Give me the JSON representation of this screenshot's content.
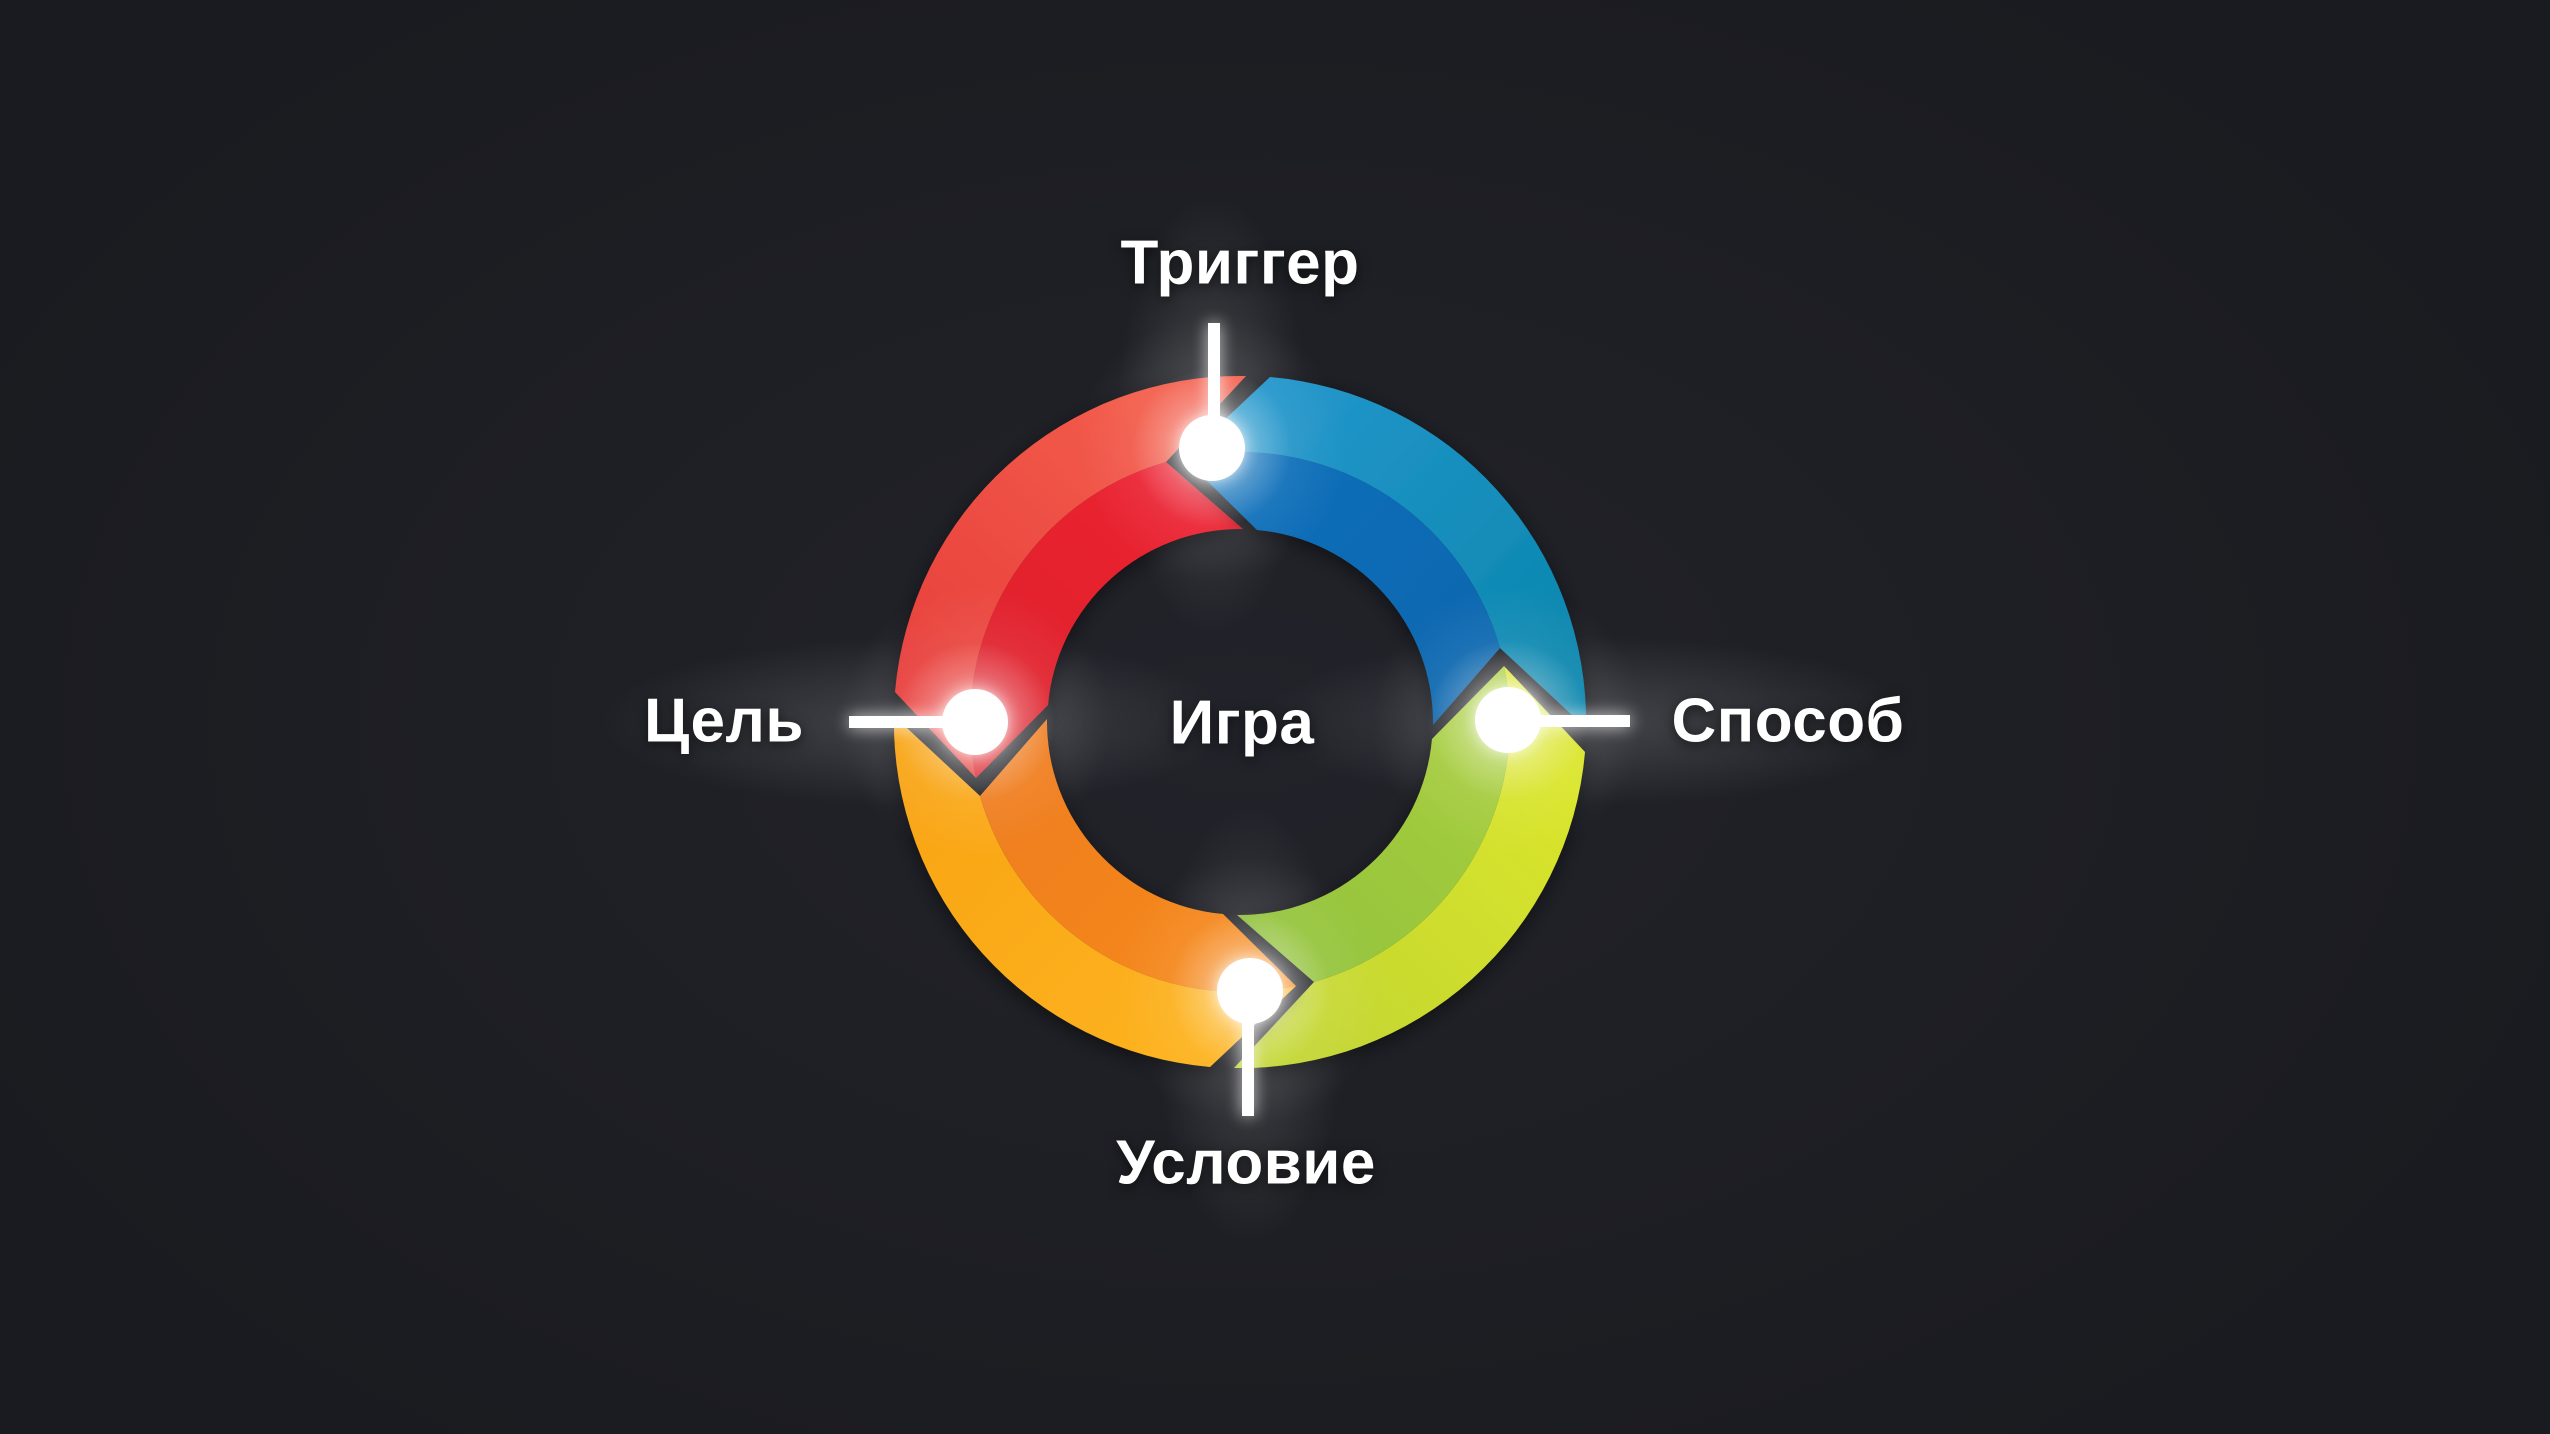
{
  "diagram": {
    "center_label": "Игра",
    "flow": "counterclockwise",
    "nodes": [
      {
        "id": "trigger",
        "label": "Триггер",
        "position": "top"
      },
      {
        "id": "method",
        "label": "Способ",
        "position": "right"
      },
      {
        "id": "condition",
        "label": "Условие",
        "position": "bottom"
      },
      {
        "id": "goal",
        "label": "Цель",
        "position": "left"
      }
    ],
    "segments": [
      {
        "name": "red",
        "quadrant": "top-left",
        "outer_from": "#f35d4b",
        "outer_to": "#e8403c",
        "inner_from": "#ee2431",
        "inner_to": "#dd202c"
      },
      {
        "name": "blue",
        "quadrant": "top-right",
        "outer_from": "#0a87ae",
        "outer_to": "#2496cc",
        "inner_from": "#0a65ad",
        "inner_to": "#1170bb"
      },
      {
        "name": "green",
        "quadrant": "bottom-right",
        "outer_from": "#c3d631",
        "outer_to": "#dae52b",
        "inner_from": "#90c23e",
        "inner_to": "#a9ce3e"
      },
      {
        "name": "orange",
        "quadrant": "bottom-left",
        "outer_from": "#f9a518",
        "outer_to": "#fdb21b",
        "inner_from": "#ee7b20",
        "inner_to": "#f68a1e"
      }
    ],
    "colors": {
      "background": "#1e1f24",
      "text": "#ffffff",
      "connector": "#ffffff",
      "dot": "#ffffff"
    }
  }
}
